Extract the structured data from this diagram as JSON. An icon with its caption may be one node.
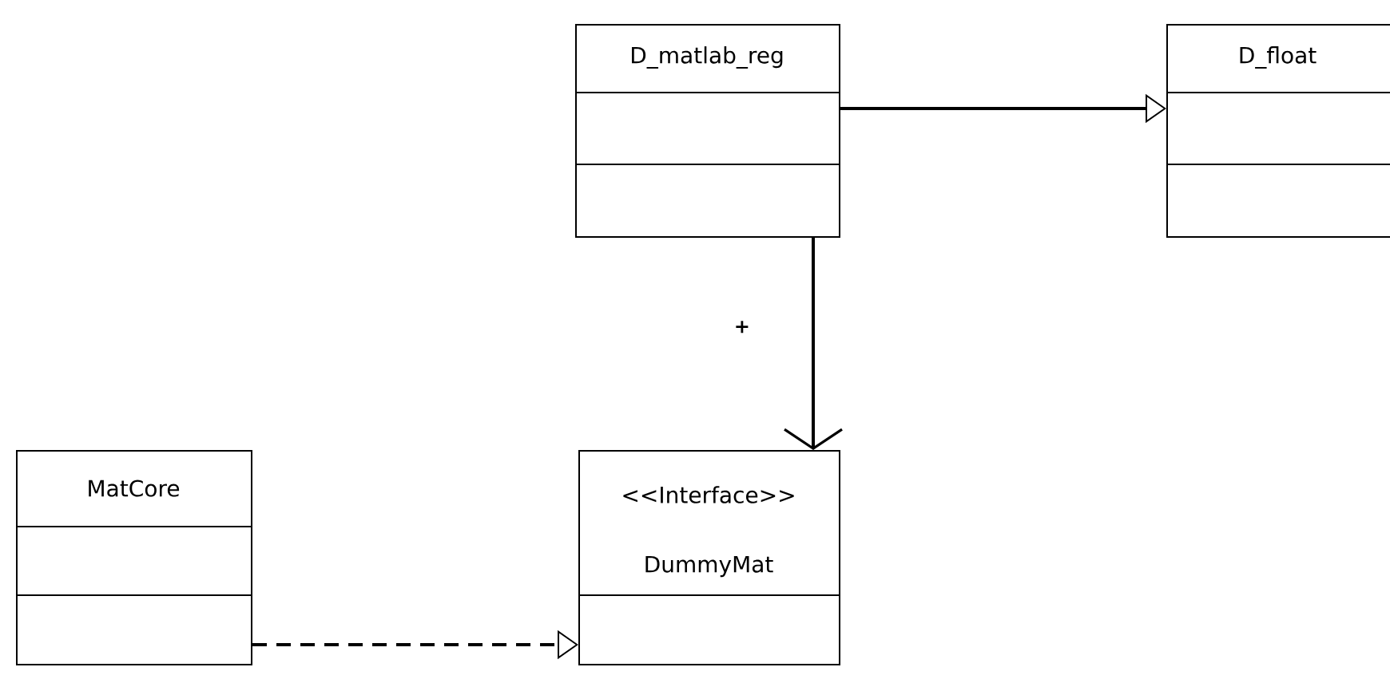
{
  "diagram": {
    "nodes": [
      {
        "text": [
          "D_matlab_reg"
        ]
      },
      {
        "text": [
          "D_float"
        ]
      },
      {
        "text": [
          "MatCore"
        ]
      },
      {
        "text": [
          "<<Interface>>",
          "DummyMat"
        ]
      }
    ],
    "edges": [
      {
        "from": 0,
        "to": 1,
        "arrow": "to"
      },
      {
        "from": 0,
        "to": 3,
        "arrow": "to",
        "label": "+"
      },
      {
        "from": 2,
        "to": 3,
        "arrow": "to",
        "style": "dashed"
      }
    ]
  }
}
